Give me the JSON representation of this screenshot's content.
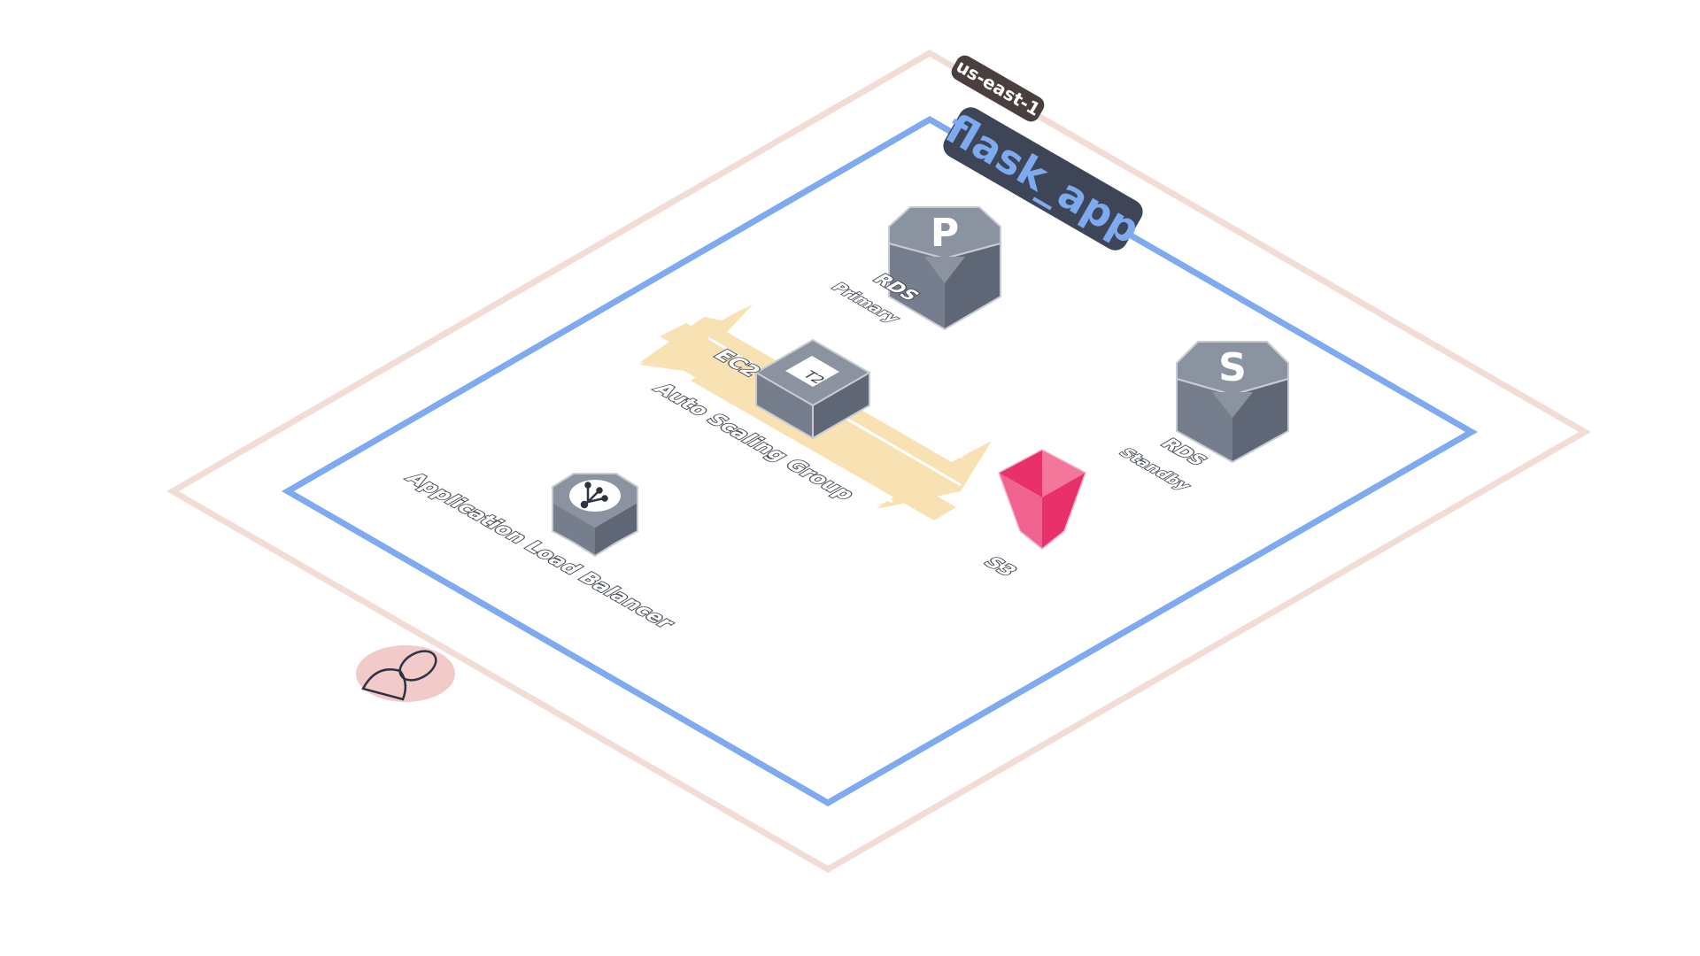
{
  "region": {
    "label": "us-east-1",
    "color": "#f2ddd6",
    "tag_color": "#4a3f3f"
  },
  "vpc": {
    "label": "flask_app",
    "color": "#7eaaf0",
    "tag_color": "#3d4556",
    "text_color": "#7eaaf0"
  },
  "nodes": {
    "rds_primary": {
      "icon": "rds-primary-icon",
      "glyph": "P",
      "title": "RDS",
      "subtitle": "Primary"
    },
    "rds_standby": {
      "icon": "rds-standby-icon",
      "glyph": "S",
      "title": "RDS",
      "subtitle": "Standby"
    },
    "ec2": {
      "icon": "ec2-instance-icon",
      "glyph": "T2",
      "title": "EC2"
    },
    "asg": {
      "label": "Auto Scaling Group",
      "color": "#f8e2b4"
    },
    "alb": {
      "icon": "load-balancer-icon",
      "label": "Application Load Balancer"
    },
    "s3": {
      "icon": "s3-bucket-icon",
      "label": "S3",
      "color": "#e8306a"
    },
    "user": {
      "icon": "user-icon",
      "color": "#f2caca"
    }
  }
}
